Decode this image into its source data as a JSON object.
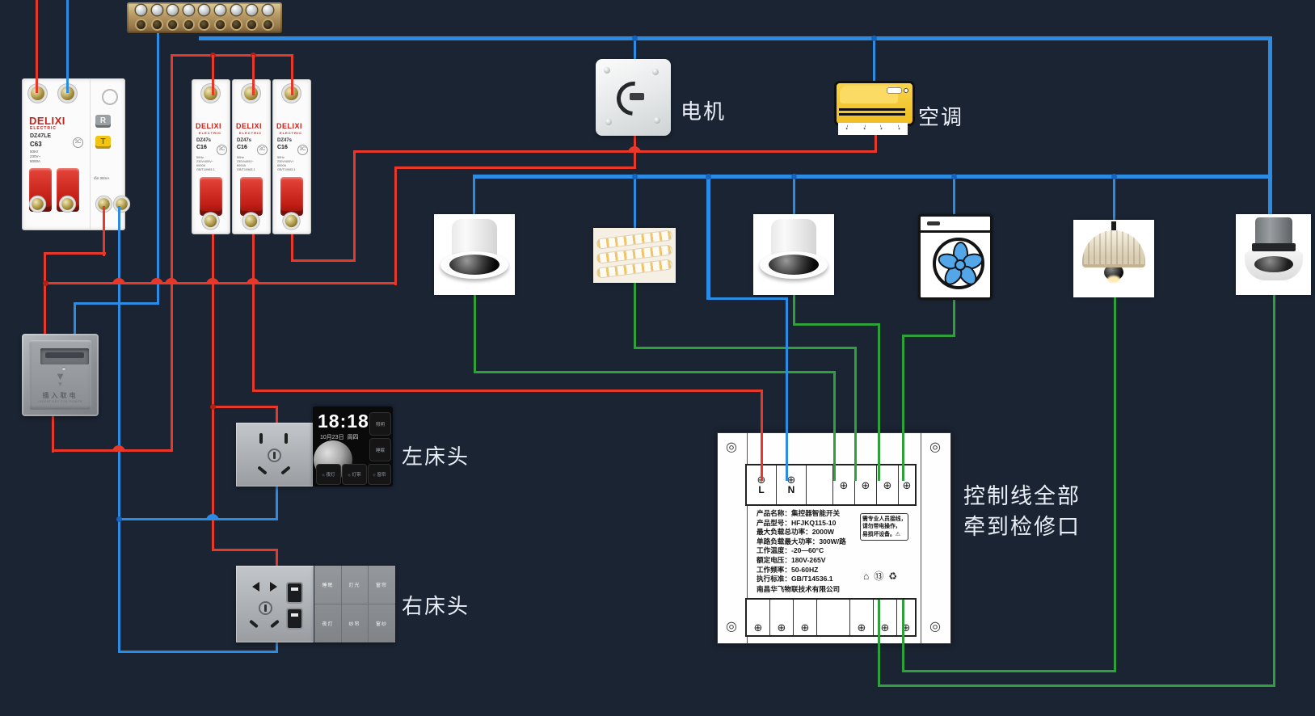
{
  "colors": {
    "background": "#1b2433",
    "wire_live": "#e8382a",
    "wire_neutral": "#2c8ce3",
    "wire_control": "#2fa03c",
    "ac_yellow": "#f2c12e",
    "fan_blue": "#53a7e8",
    "brand_red": "#c4231c"
  },
  "glyphs": {
    "screw": "⊕",
    "corner_screw": "◎",
    "cert_mark": "3C",
    "chevron": "▼",
    "house": "⌂",
    "circled_13": "⑬",
    "recycle": "♻",
    "vent_arrow": "↓",
    "warn_mark": "⚠",
    "diamond": "◇"
  },
  "labels": {
    "motor": "电机",
    "ac": "空调",
    "left_bedside": "左床头",
    "right_bedside": "右床头"
  },
  "main_breaker": {
    "brand": "DELIXI",
    "brand_sub": "ELECTRIC",
    "model": "DZ47LE",
    "rating": "C63",
    "spec1": "50Hz",
    "spec2": "230V~",
    "spec3": "6000A",
    "reset_button": "R",
    "test_button": "T",
    "leakage": "Iδn 30mA"
  },
  "mcb": {
    "brand": "DELIXI",
    "brand_sub": "ELECTRIC",
    "model": "DZ47s",
    "rating": "C16",
    "spec1": "50Hz",
    "spec2": "230V/400V~",
    "spec3": "6000A",
    "spec4": "GB/T10963.1"
  },
  "keycard": {
    "label": "插入取电",
    "label_en": "INSERT KEY FOR POWER"
  },
  "left_bedside": {
    "time": "18:18",
    "date": "10月23日",
    "weekday": "周四",
    "side_buttons": [
      "照明",
      "睡眠"
    ],
    "bottom_buttons": [
      "夜灯",
      "灯带",
      "窗帘"
    ]
  },
  "right_bedside": {
    "buttons": [
      "睡眠",
      "灯光",
      "窗帘",
      "夜灯",
      "纱帘",
      "窗纱"
    ]
  },
  "controller": {
    "terminal_l": "L",
    "terminal_n": "N",
    "specs": [
      "产品名称：集控器智能开关",
      "产品型号：HFJKQ115-10",
      "最大负载总功率：2000W",
      "单路负载最大功率：300W/路",
      "工作温度：-20—60°C",
      "额定电压：180V-265V",
      "工作频率：50-60HZ",
      "执行标准：GB/T14536.1"
    ],
    "company": "南昌华飞物联技术有限公司",
    "warning": [
      "需专业人员接线，",
      "请勿带电操作，",
      "易损坏设备。"
    ],
    "note_line1": "控制线全部",
    "note_line2": "牵到检修口"
  }
}
